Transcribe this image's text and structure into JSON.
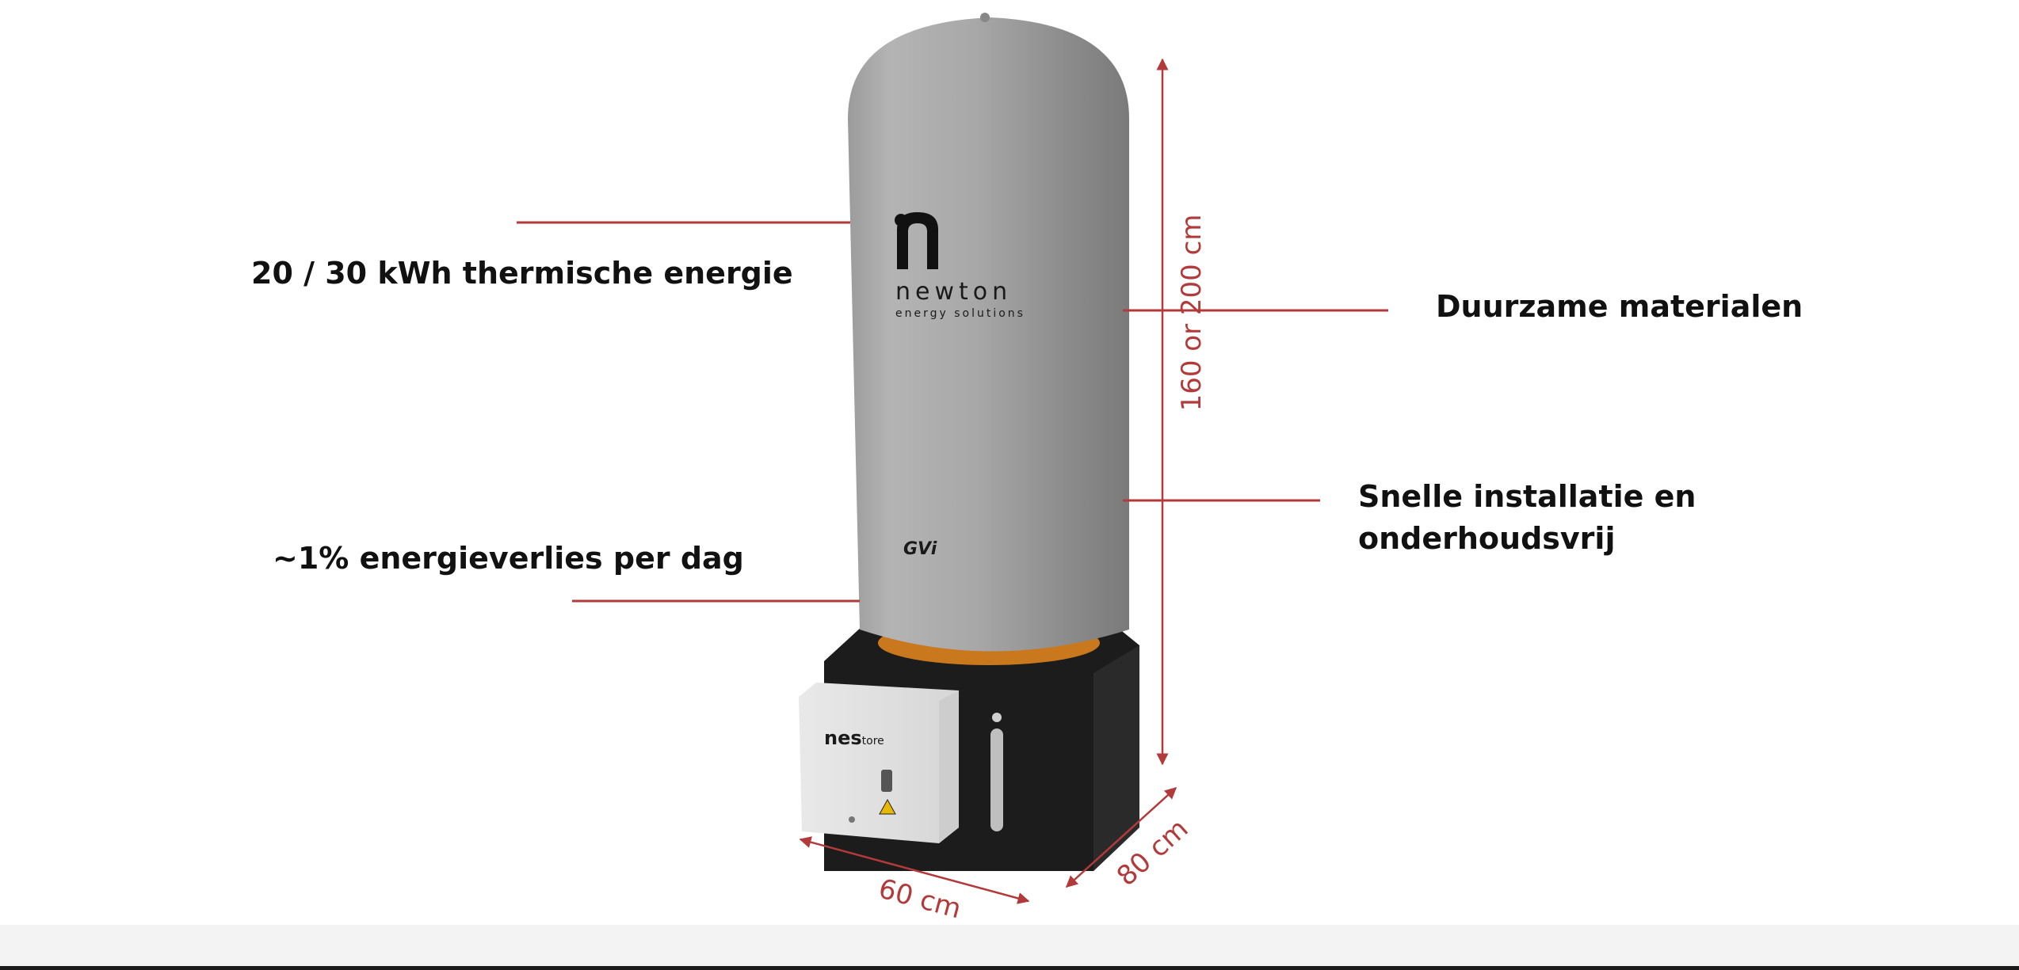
{
  "features": {
    "energy": "20 / 30 kWh thermische energie",
    "loss": "~1% energieverlies per dag",
    "materials": "Duurzame materialen",
    "install_line1": "Snelle installatie en",
    "install_line2": "onderhoudsvrij"
  },
  "dimensions": {
    "height": "160 or 200 cm",
    "width": "60 cm",
    "depth": "80 cm"
  },
  "product": {
    "brand": "newton",
    "tagline": "energy solutions",
    "controller_brand_prefix": "nes",
    "controller_brand_suffix": "tore",
    "tank_badge": "GVi"
  },
  "colors": {
    "annotation": "#b33a3a",
    "tank": "#a9a9a9",
    "base": "#1e1e1e",
    "controller": "#e3e3e3",
    "ring": "#c9781e"
  }
}
